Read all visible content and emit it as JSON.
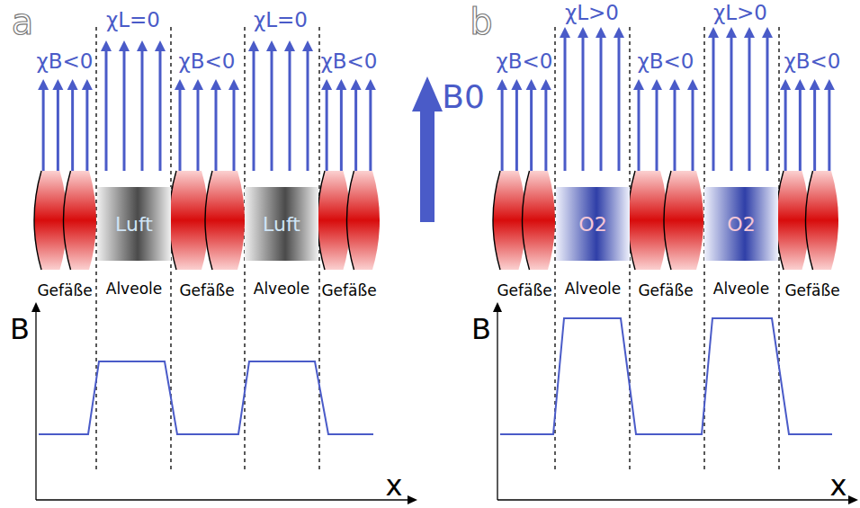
{
  "diagram": {
    "nodes": [
      {
        "text": [
          "Luft",
          "Alveole"
        ]
      },
      {
        "text": [
          "Luft",
          "Alveole"
        ]
      },
      {
        "text": [
          "O2",
          "Alveole"
        ]
      },
      {
        "text": [
          "O2",
          "Alveole"
        ]
      }
    ],
    "labels": [
      "a",
      "χB<0",
      "χL=0",
      "χB<0",
      "χL=0",
      "χB<0",
      "B0",
      "Gefäße",
      "Gefäße",
      "Gefäße",
      "B",
      "x",
      "b",
      "χB<0",
      "χL>0",
      "χB<0",
      "χL>0",
      "χB<0",
      "Gefäße",
      "Gefäße",
      "Gefäße",
      "B",
      "x"
    ]
  }
}
